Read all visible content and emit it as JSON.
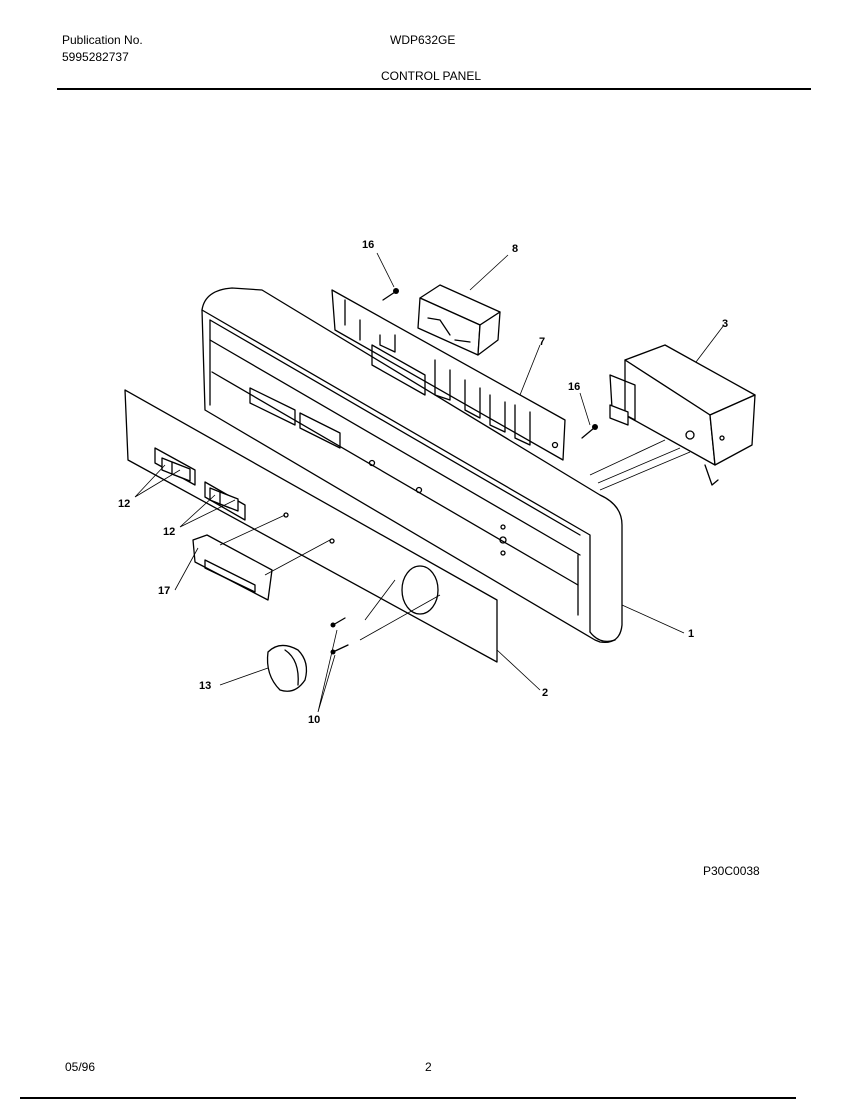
{
  "header": {
    "publication_label": "Publication No.",
    "publication_number": "5995282737",
    "model": "WDP632GE",
    "section_title": "CONTROL PANEL"
  },
  "diagram": {
    "part_callouts": [
      "16",
      "8",
      "7",
      "3",
      "16",
      "12",
      "12",
      "17",
      "1",
      "13",
      "10",
      "2"
    ],
    "drawing_code": "P30C0038"
  },
  "footer": {
    "date": "05/96",
    "page": "2"
  }
}
